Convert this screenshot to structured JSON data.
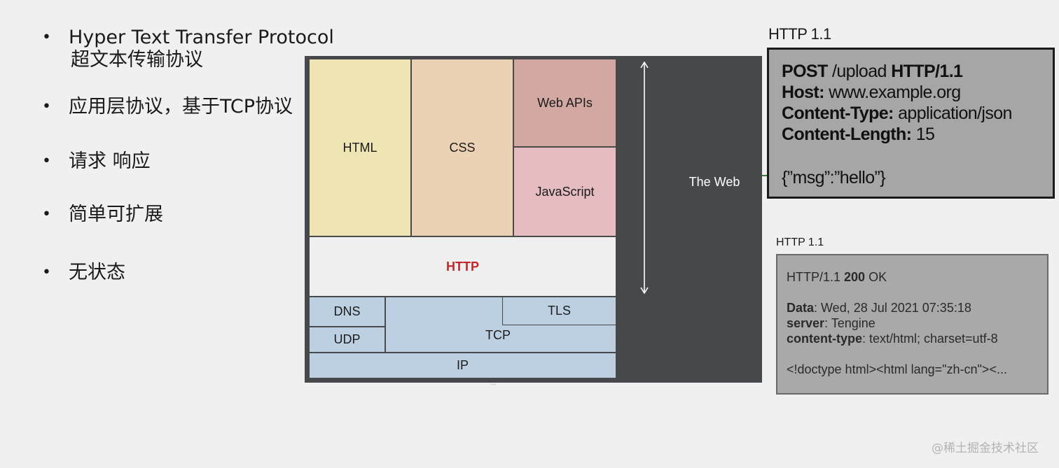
{
  "bullets": [
    {
      "text": "Hyper Text Transfer Protocol",
      "subtext": "超文本传输协议"
    },
    {
      "text": "应用层协议，基于TCP协议"
    },
    {
      "text": "请求 响应"
    },
    {
      "text": "简单可扩展"
    },
    {
      "text": "无状态"
    }
  ],
  "diagram": {
    "html": "HTML",
    "css": "CSS",
    "web_apis": "Web APIs",
    "javascript": "JavaScript",
    "http": "HTTP",
    "dns": "DNS",
    "udp": "UDP",
    "tcp": "TCP",
    "tls": "TLS",
    "ip": "IP",
    "the_web": "The Web",
    "footnote": "...",
    "colors": {
      "html": "#efe4b4",
      "css": "#ecd2b4",
      "web_apis": "#d3a8a3",
      "javascript": "#e5bcc0",
      "http": "#efefef",
      "transport": "#bdd0e2",
      "http_text": "#c0282c",
      "frame": "#46484c"
    }
  },
  "request": {
    "title": "HTTP 1.1",
    "method": "POST",
    "path": " /upload ",
    "version": "HTTP/1.1",
    "host_key": "Host:",
    "host_val": " www.example.org",
    "ctype_key": "Content-Type:",
    "ctype_val": " application/json",
    "clen_key": "Content-Length:",
    "clen_val": " 15",
    "body": "{”msg”:”hello”}"
  },
  "response": {
    "title": "HTTP 1.1",
    "status_version": "HTTP/1.1 ",
    "status_code": "200",
    "status_text": " OK",
    "date_key": "Data",
    "date_val": ": Wed, 28 Jul 2021 07:35:18",
    "server_key": "server",
    "server_val": ": Tengine",
    "ctype_key": "content-type",
    "ctype_val": ": text/html; charset=utf-8",
    "body": "<!doctype html><html lang=\"zh-cn\"><..."
  },
  "watermark": "@稀土掘金技术社区"
}
